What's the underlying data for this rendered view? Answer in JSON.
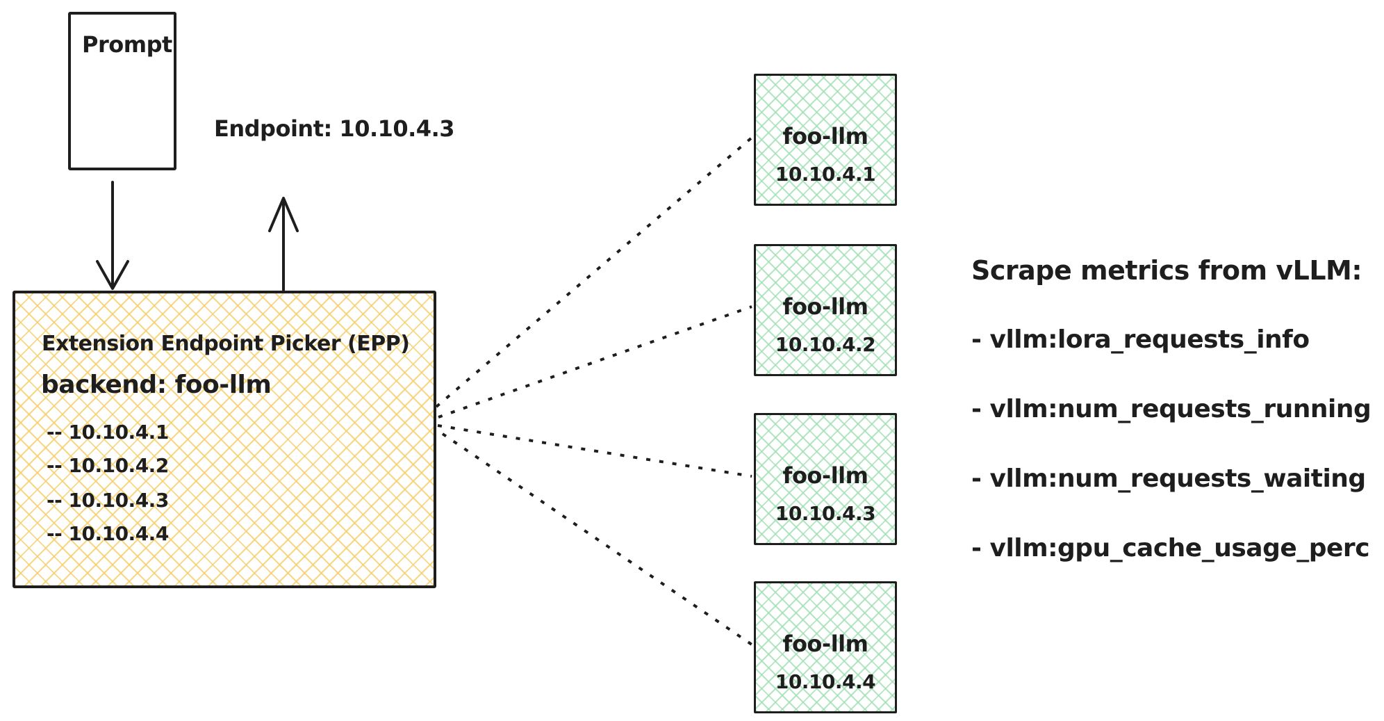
{
  "diagram": {
    "prompt_label": "Prompt",
    "endpoint_response_label": "Endpoint: 10.10.4.3",
    "epp": {
      "title": "Extension Endpoint Picker (EPP)",
      "backend_line": "backend: foo-llm",
      "endpoint_list": [
        "-- 10.10.4.1",
        "-- 10.10.4.2",
        "-- 10.10.4.3",
        "-- 10.10.4.4"
      ]
    },
    "backend_pods": [
      {
        "name": "foo-llm",
        "ip": "10.10.4.1"
      },
      {
        "name": "foo-llm",
        "ip": "10.10.4.2"
      },
      {
        "name": "foo-llm",
        "ip": "10.10.4.3"
      },
      {
        "name": "foo-llm",
        "ip": "10.10.4.4"
      }
    ],
    "metrics": {
      "title": "Scrape metrics from vLLM:",
      "items": [
        "- vllm:lora_requests_info",
        "- vllm:num_requests_running",
        "- vllm:num_requests_waiting",
        "- vllm:gpu_cache_usage_perc"
      ]
    },
    "colors": {
      "ink": "#1e1e1e",
      "yellow_hatch": "#f6cf6f",
      "green_hatch": "#9fdfb2"
    }
  }
}
